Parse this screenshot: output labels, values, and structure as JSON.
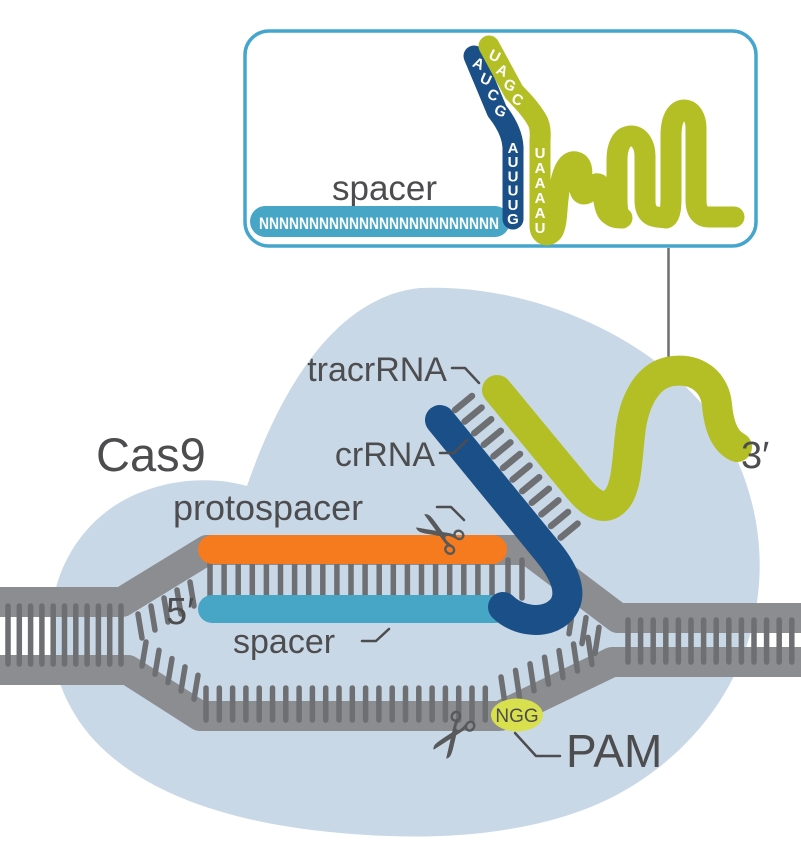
{
  "inset": {
    "title": "spacer",
    "sequence": "NNNNNNNNNNNNNNNNNNNNNNNN",
    "crrna_diagonal": "AUCG",
    "crrna_vertical": "AUUUUG",
    "tracrrna_diagonal": "UAGC",
    "tracrrna_vertical": "UAAAAU"
  },
  "main": {
    "cas9_label": "Cas9",
    "tracrrna_label": "tracrRNA",
    "crrna_label": "crRNA",
    "protospacer_label": "protospacer",
    "spacer_label": "spacer",
    "five_prime_label": "5′",
    "three_prime_label": "3′",
    "pam_label": "PAM",
    "pam_sequence": "NGG"
  },
  "icons": {
    "upper_cut_site": "scissors-icon",
    "lower_cut_site": "scissors-icon",
    "glyph": "✂"
  },
  "colors": {
    "cas9-body": "#c9d8e7",
    "dna-strand": "#8b8d90",
    "tick": "#6d6f72",
    "crrna-blue": "#1b4f87",
    "tracrrna-green": "#b3bf25",
    "spacer-teal": "#47a5c6",
    "protospacer-orange": "#f57b1e",
    "pam-green": "#d9e04d",
    "label-text": "#4d4d4f",
    "inset-border": "#45a6cd",
    "scissors": "#58595b",
    "rna-letter": "#ffffff"
  }
}
